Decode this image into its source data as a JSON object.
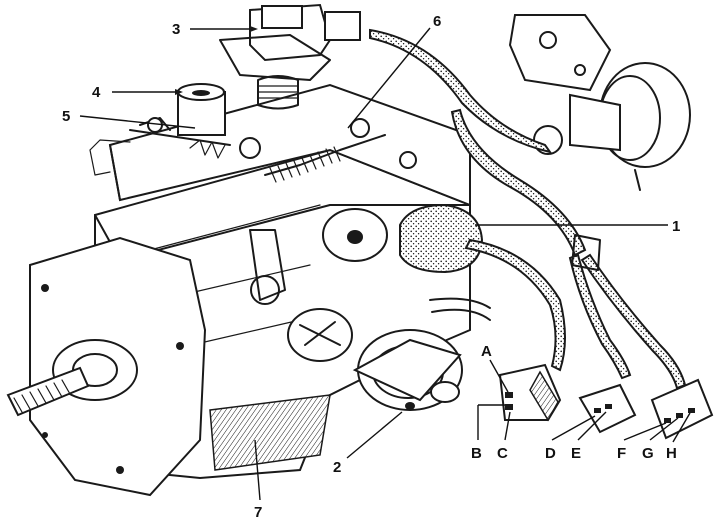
{
  "diagram": {
    "callouts": {
      "c1": "1",
      "c2": "2",
      "c3": "3",
      "c4": "4",
      "c5": "5",
      "c6": "6",
      "c7": "7"
    },
    "connector_pins": {
      "A": "A",
      "B": "B",
      "C": "C",
      "D": "D",
      "E": "E",
      "F": "F",
      "G": "G",
      "H": "H"
    },
    "colors": {
      "ink": "#1a1a1a",
      "background": "#ffffff"
    }
  }
}
